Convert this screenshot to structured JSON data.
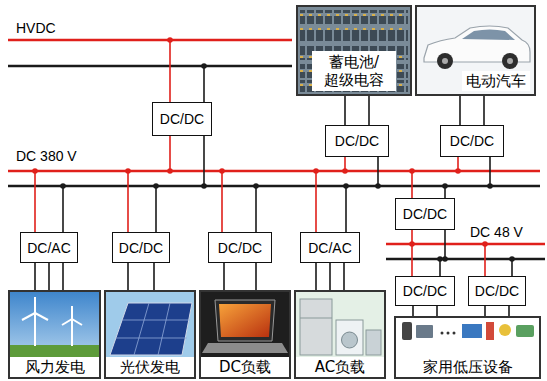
{
  "diagram": {
    "nodes": [
      {
        "text": [
          "蓄电池/ 超级电容"
        ]
      },
      {
        "text": [
          "电动汽车"
        ]
      },
      {
        "text": [
          "DC/DC"
        ]
      },
      {
        "text": [
          "DC/DC"
        ]
      },
      {
        "text": [
          "DC/DC"
        ]
      },
      {
        "text": [
          "DC/DC"
        ]
      },
      {
        "text": [
          "DC/AC"
        ]
      },
      {
        "text": [
          "DC/DC"
        ]
      },
      {
        "text": [
          "DC/DC"
        ]
      },
      {
        "text": [
          "DC/AC"
        ]
      },
      {
        "text": [
          "DC/DC"
        ]
      },
      {
        "text": [
          "DC/DC"
        ]
      },
      {
        "text": [
          "风力发电"
        ]
      },
      {
        "text": [
          "光伏发电"
        ]
      },
      {
        "text": [
          "DC负载"
        ]
      },
      {
        "text": [
          "AC负载"
        ]
      },
      {
        "text": [
          "家用低压设备"
        ]
      }
    ],
    "edges": [
      {
        "from": 3,
        "to": 0,
        "arrow": "none"
      },
      {
        "from": 4,
        "to": 1,
        "arrow": "none"
      },
      {
        "from": 6,
        "to": 12,
        "arrow": "none"
      },
      {
        "from": 7,
        "to": 13,
        "arrow": "none"
      },
      {
        "from": 8,
        "to": 14,
        "arrow": "none"
      },
      {
        "from": 9,
        "to": 15,
        "arrow": "none"
      },
      {
        "from": 10,
        "to": 16,
        "arrow": "none"
      },
      {
        "from": 11,
        "to": 16,
        "arrow": "none"
      }
    ],
    "labels": [
      "HVDC",
      "DC 380 V",
      "DC 48 V"
    ]
  }
}
